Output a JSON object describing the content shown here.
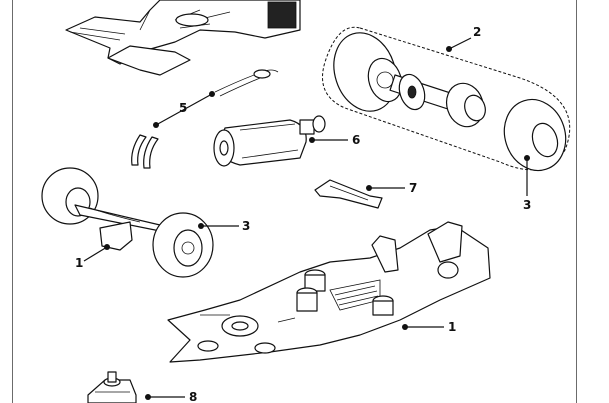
{
  "diagram": {
    "callouts": [
      {
        "id": "rear-wing-unit",
        "label": "2"
      },
      {
        "id": "guide-braid",
        "label": "5"
      },
      {
        "id": "motor",
        "label": "6"
      },
      {
        "id": "guide-blade",
        "label": "7"
      },
      {
        "id": "front-axle-wheel",
        "label": "3"
      },
      {
        "id": "rear-wheel",
        "label": "3"
      },
      {
        "id": "front-axle-assembly",
        "label": "1"
      },
      {
        "id": "chassis",
        "label": "1"
      },
      {
        "id": "guide-post",
        "label": "8"
      }
    ]
  }
}
